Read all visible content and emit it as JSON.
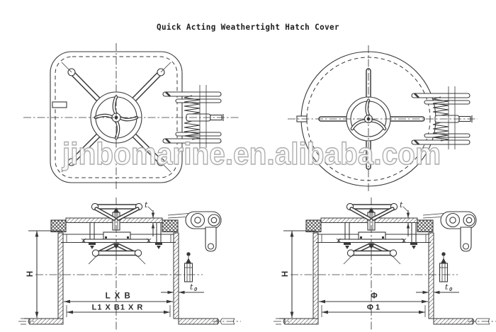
{
  "title": "Quick Acting Weathertight Hatch Cover",
  "watermark": "jinbomarine.en.alibaba.com",
  "dimensions": {
    "left": {
      "height": "H",
      "cover_size": "L X B",
      "opening_size": "L1 X B1 X R",
      "plate_thickness": "t",
      "coaming_thickness": "t",
      "coaming_thickness_sub": "0"
    },
    "right": {
      "height": "H",
      "cover_diameter": "Φ",
      "opening_diameter": "Φ 1",
      "plate_thickness": "t",
      "coaming_thickness": "t",
      "coaming_thickness_sub": "0"
    }
  },
  "colors": {
    "line": "#383838",
    "watermark_outline": "#a5a5a5",
    "background": "#ffffff"
  }
}
